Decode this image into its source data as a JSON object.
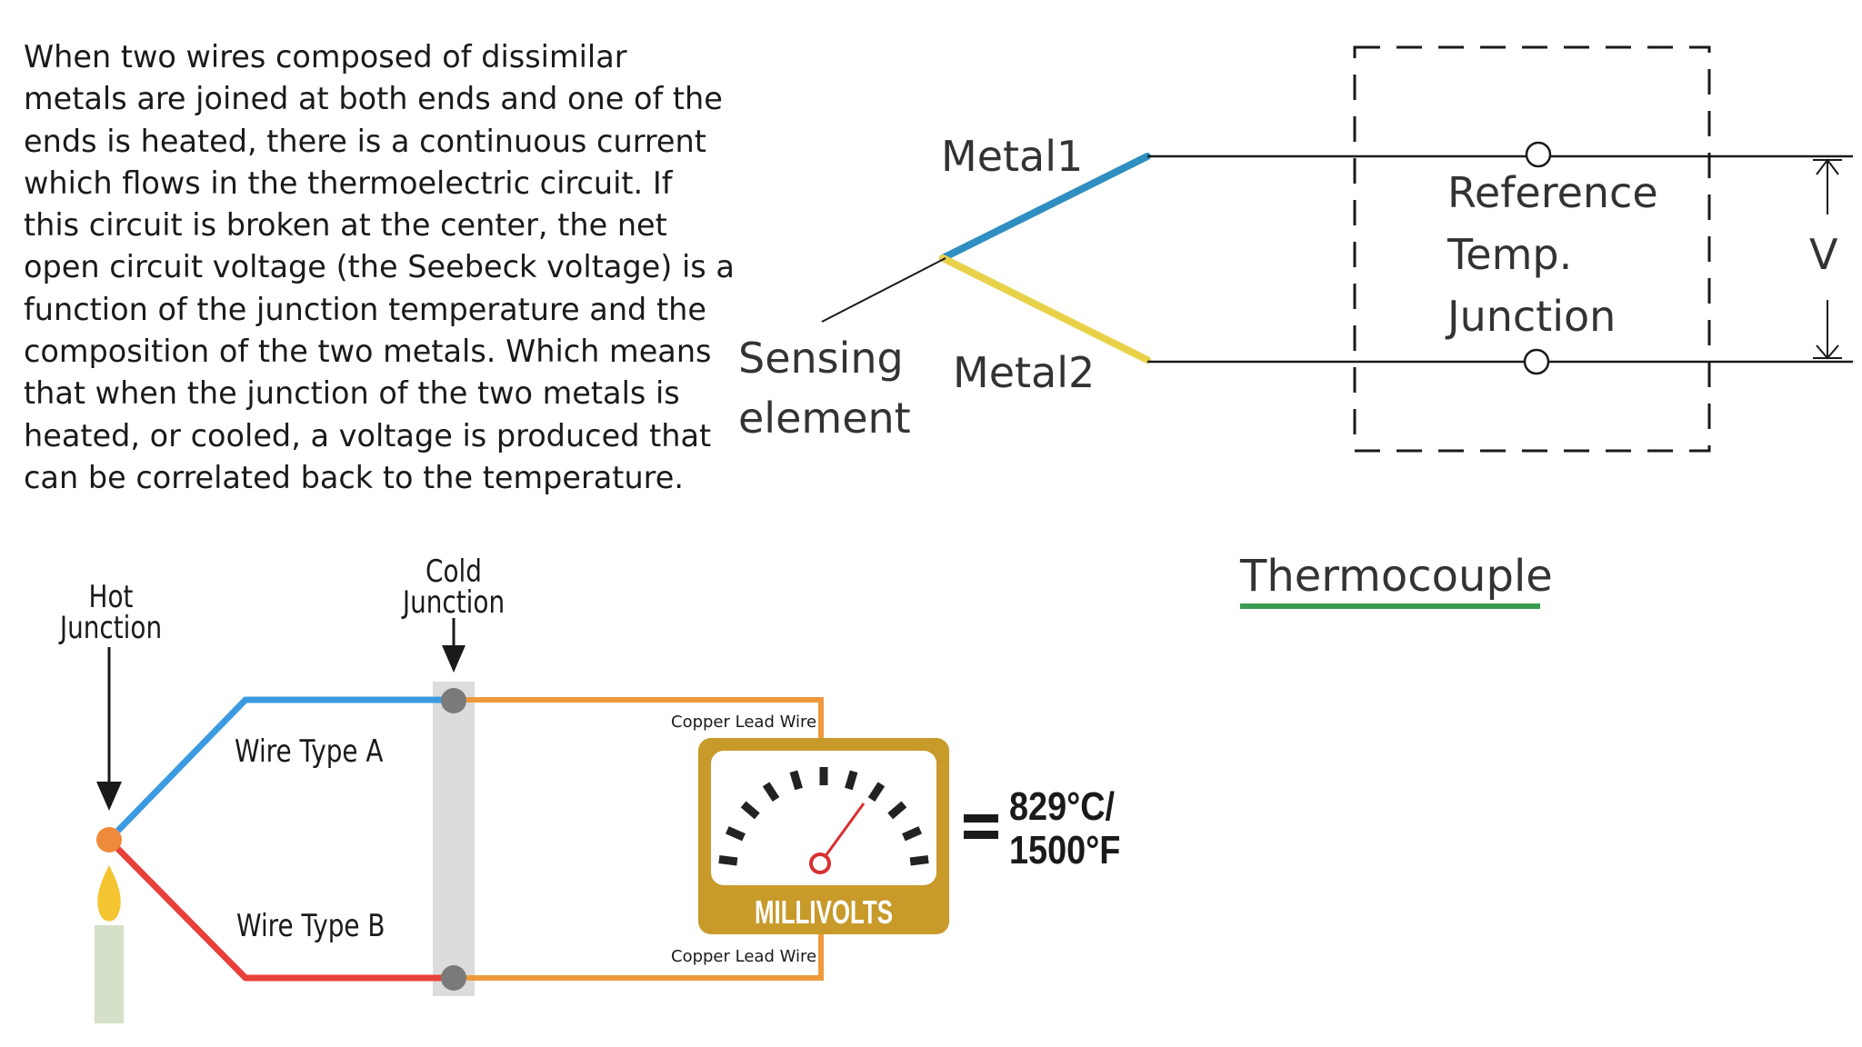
{
  "paragraph": {
    "lines": [
      "When two wires composed of dissimilar",
      "metals are joined at both ends and one of the",
      "ends is heated, there is a continuous current",
      "which flows in the thermoelectric circuit. If",
      "this circuit is broken at the center, the net",
      "open circuit voltage (the Seebeck voltage) is a",
      "function of the junction temperature and the",
      "composition of the two metals. Which means",
      "that when the junction of the two metals is",
      "heated, or cooled, a voltage is produced that",
      "can be correlated back to the temperature."
    ]
  },
  "top_diagram": {
    "metal1": "Metal1",
    "metal2": "Metal2",
    "sensing_line1": "Sensing",
    "sensing_line2": "element",
    "ref_line1": "Reference",
    "ref_line2": "Temp.",
    "ref_line3": "Junction",
    "voltage": "V",
    "colors": {
      "metal1": "#2e8fc0",
      "metal2": "#e8d24a",
      "wire": "#1a1a1a"
    }
  },
  "title": "Thermocouple",
  "title_underline_color": "#3a9a4f",
  "bottom_diagram": {
    "hot_junction_line1": "Hot",
    "hot_junction_line2": "Junction",
    "cold_junction_line1": "Cold",
    "cold_junction_line2": "Junction",
    "wire_a": "Wire Type A",
    "wire_b": "Wire Type B",
    "copper_top": "Copper Lead Wire",
    "copper_bottom": "Copper Lead Wire",
    "meter_label": "MILLIVOLTS",
    "equals": "=",
    "reading_line1": "829°C/",
    "reading_line2": "1500°F",
    "colors": {
      "wire_a": "#3c9be0",
      "wire_b": "#e8403a",
      "copper": "#ee9a3c",
      "meter": "#c79a2a",
      "needle": "#d93030",
      "flame": "#f5c531",
      "candle": "#d5e0c8"
    }
  }
}
